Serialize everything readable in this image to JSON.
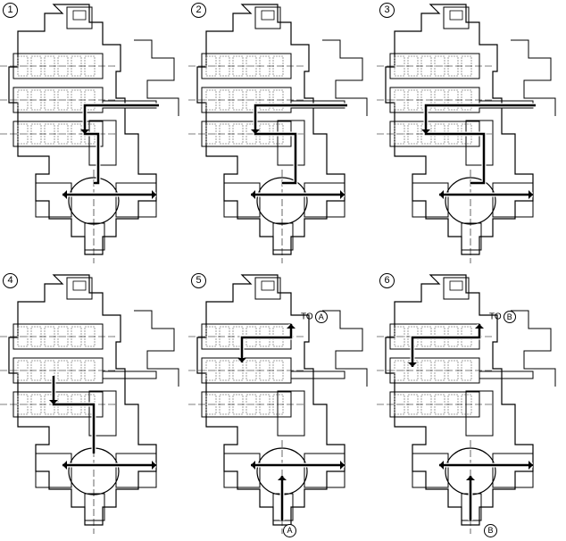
{
  "panels": [
    {
      "number": "1"
    },
    {
      "number": "2"
    },
    {
      "number": "3"
    },
    {
      "number": "4"
    },
    {
      "number": "5",
      "to_prefix": "TO",
      "to_letter": "A",
      "bottom_letter": "A"
    },
    {
      "number": "6",
      "to_prefix": "TO",
      "to_letter": "B",
      "bottom_letter": "B"
    }
  ],
  "colors": {
    "line": "#000000",
    "hatch": "#888888",
    "background": "#ffffff"
  },
  "icons": [
    "flow-arrow-icon",
    "circled-number-icon"
  ]
}
